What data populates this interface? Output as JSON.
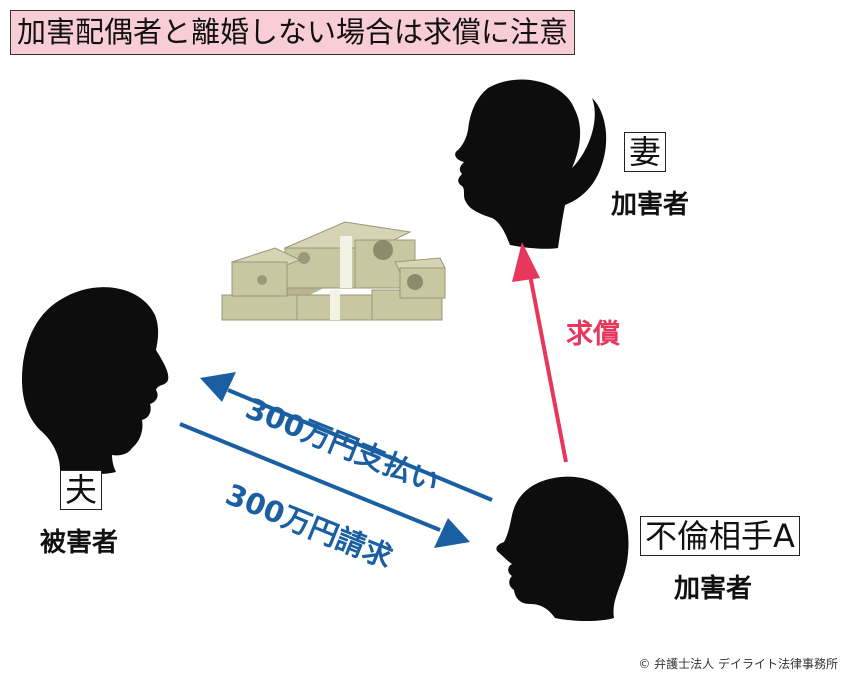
{
  "title": "加害配偶者と離婚しない場合は求償に注意",
  "people": {
    "wife": {
      "role_box": "妻",
      "label": "加害者"
    },
    "husband": {
      "role_box": "夫",
      "label": "被害者"
    },
    "lover": {
      "role_box": "不倫相手A",
      "label": "加害者"
    }
  },
  "arrows": {
    "payment": "300万円支払い",
    "claim": "300万円請求",
    "reimbursement": "求償"
  },
  "credit": "© 弁護士法人 デイライト法律事務所",
  "colors": {
    "title_bg": "#f9cdd6",
    "blue_arrow": "#1b5fa3",
    "pink_arrow": "#e8375c",
    "money": "#c9c7a1"
  }
}
